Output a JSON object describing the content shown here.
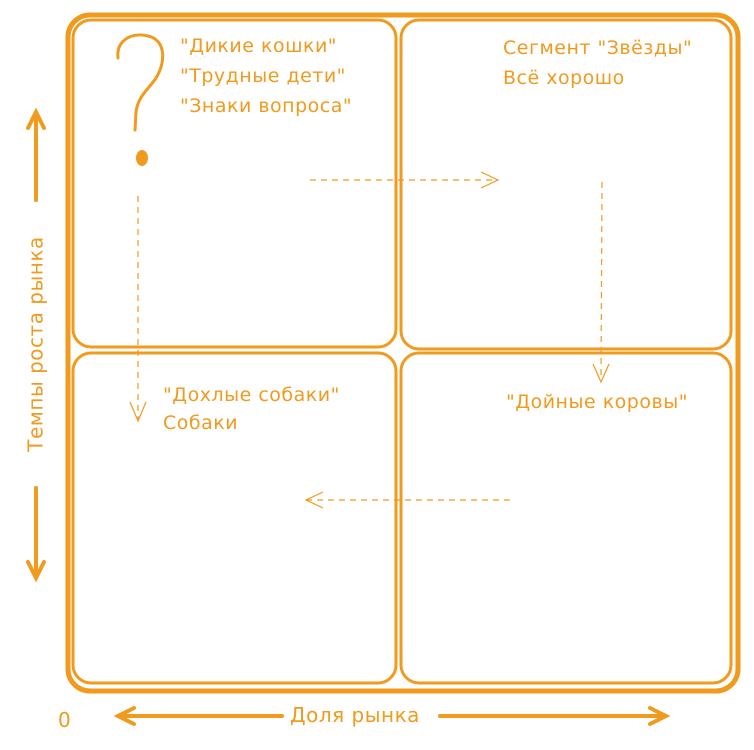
{
  "colors": {
    "accent": "#f09a1e",
    "background": "#ffffff"
  },
  "icons": {
    "question_mark": "question-mark-icon"
  },
  "quadrants": {
    "top_left": {
      "lines": [
        "\"Дикие кошки\"",
        "\"Трудные дети\"",
        "\"Знаки вопроса\""
      ]
    },
    "top_right": {
      "lines": [
        "Сегмент \"Звёзды\"",
        "Всё хорошо"
      ]
    },
    "bottom_left": {
      "lines": [
        "\"Дохлые собаки\"",
        "Собаки"
      ]
    },
    "bottom_right": {
      "lines": [
        "\"Дойные коровы\""
      ]
    }
  },
  "axes": {
    "y_label": "Темпы роста рынка",
    "x_label": "Доля рынка",
    "origin": "0"
  }
}
